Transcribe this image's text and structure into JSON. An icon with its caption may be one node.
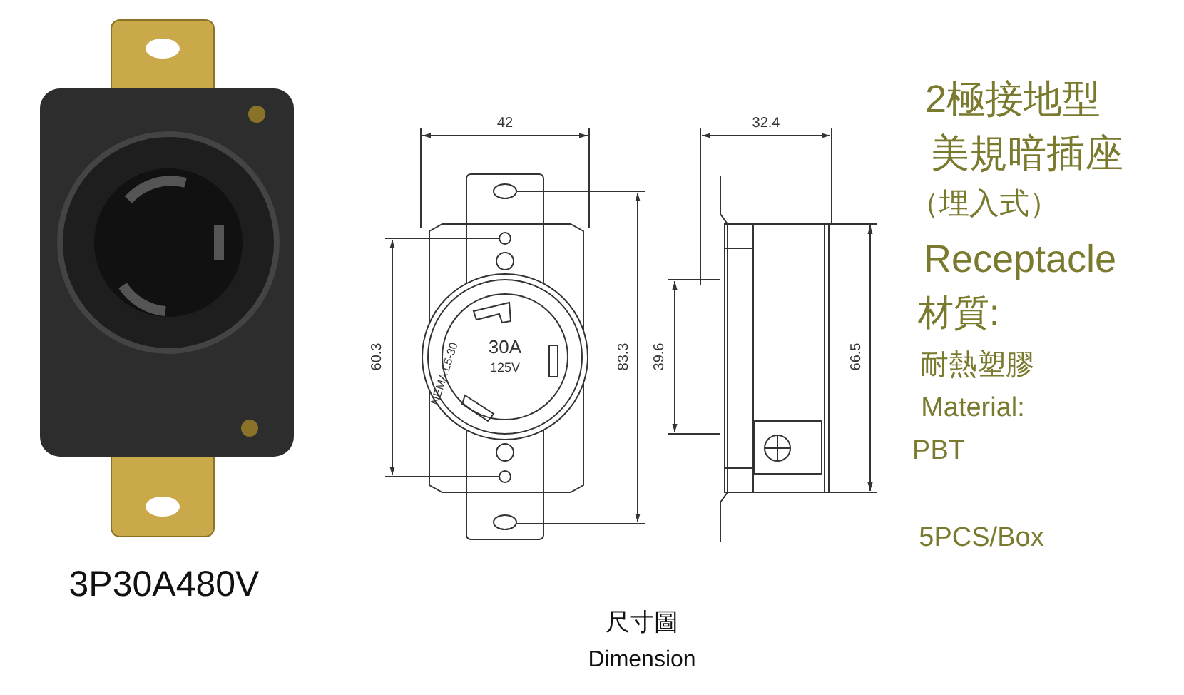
{
  "diagram": {
    "labels": [
      "42",
      "32.4",
      "2極接地型",
      "美規暗插座",
      "（埋入式）",
      "Receptacle",
      "材質:",
      "耐熱塑膠",
      "Material:",
      "PBT",
      "60.3",
      "83.3",
      "39.6",
      "66.5",
      "30A",
      "125V",
      "NEMA L5-30",
      "5PCS/Box",
      "3P30A480V",
      "尺寸圖",
      "Dimension"
    ]
  }
}
